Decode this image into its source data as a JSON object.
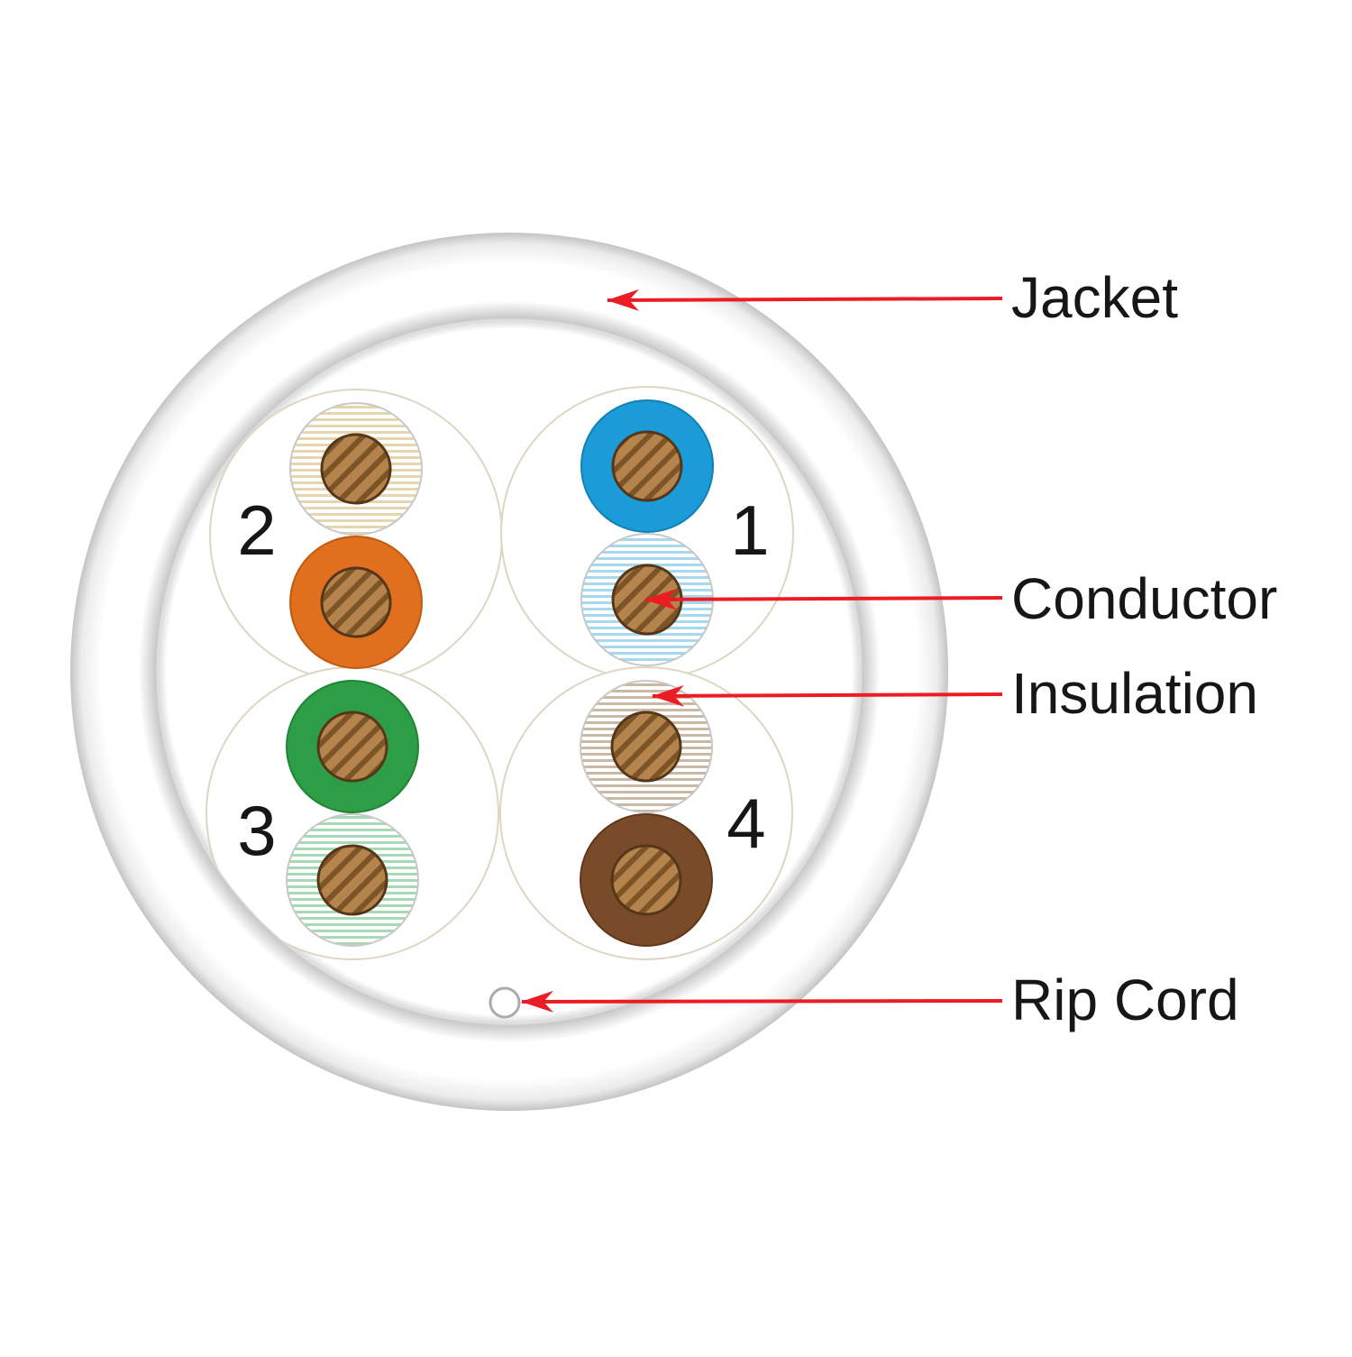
{
  "diagram": {
    "labels": {
      "jacket": "Jacket",
      "conductor": "Conductor",
      "insulation": "Insulation",
      "rip_cord": "Rip Cord"
    },
    "pair_numbers": {
      "p1": "1",
      "p2": "2",
      "p3": "3",
      "p4": "4"
    }
  },
  "colors": {
    "arrow": "#ec1c24",
    "solid_blue": "#1b9cd8",
    "stripe_blue": "#a6d9ef",
    "solid_orange": "#e06f1e",
    "stripe_orange": "#e5d6ad",
    "solid_green": "#2d9e45",
    "stripe_green": "#a8d9b5",
    "solid_brown": "#7a4b28",
    "stripe_brown": "#c8b8a4",
    "copper": "#b5834c",
    "copper_hatch": "#7d5426"
  }
}
